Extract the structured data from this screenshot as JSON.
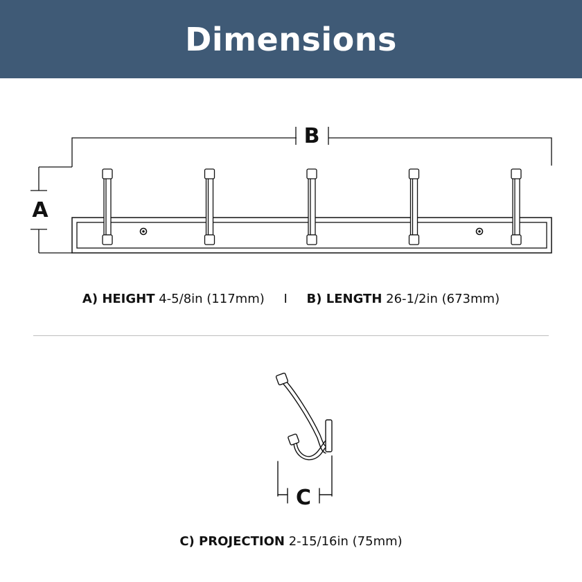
{
  "header": {
    "title": "Dimensions"
  },
  "labels": {
    "a": "A",
    "b": "B",
    "c": "C"
  },
  "specs": {
    "height_label": "A) HEIGHT",
    "height_value": "4-5/8in (117mm)",
    "separator": "I",
    "length_label": "B) LENGTH",
    "length_value": "26-1/2in (673mm)",
    "projection_label": "C) PROJECTION",
    "projection_value": "2-15/16in (75mm)"
  },
  "hook_count": 5,
  "colors": {
    "header_bg": "#3f5a76",
    "header_text": "#ffffff",
    "line": "#111111",
    "divider": "#bdbdbd"
  },
  "icons": {
    "rack": "coat-rack-front-view",
    "hook": "hook-side-view",
    "screw": "screw-head-icon"
  }
}
